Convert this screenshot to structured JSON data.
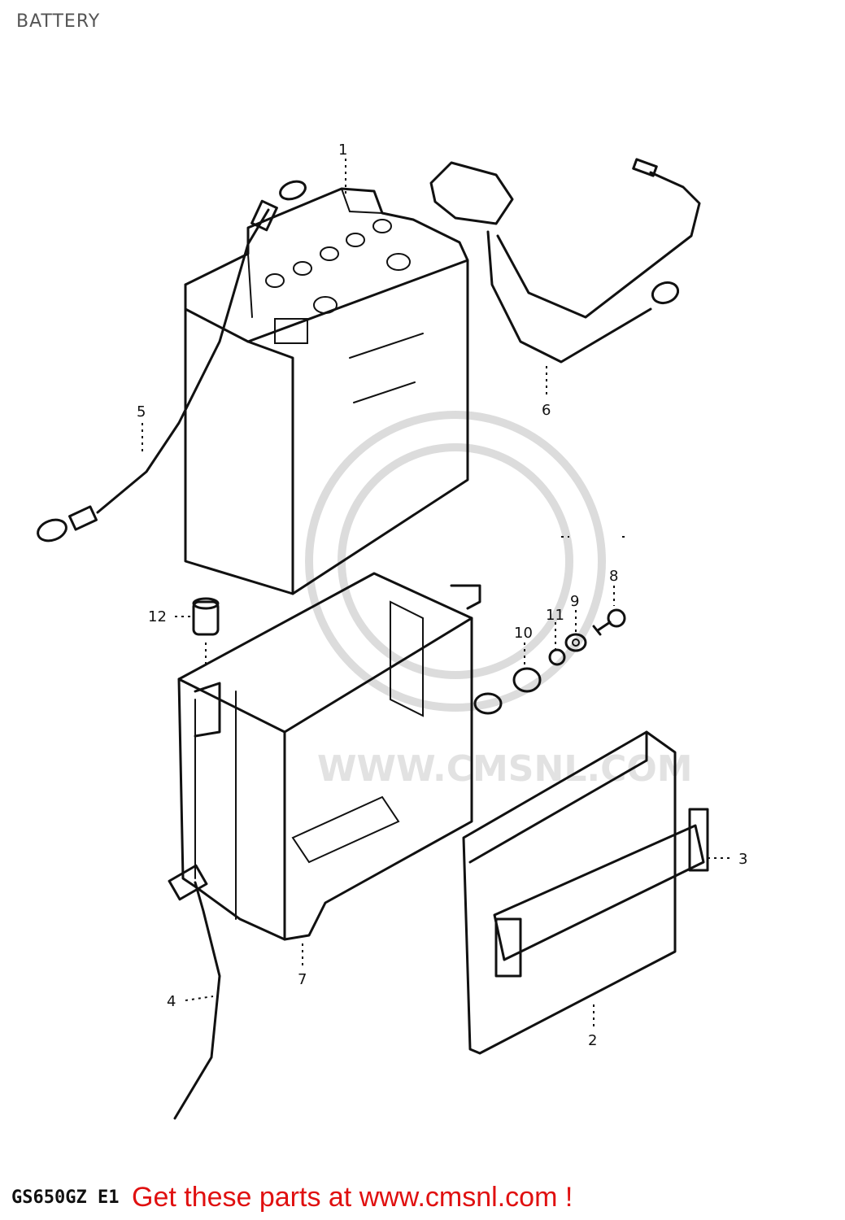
{
  "title": "BATTERY",
  "watermark": "WWW.CMSNL.COM",
  "footer": {
    "model_code": "GS650GZ E1",
    "cta": "Get these parts at www.cmsnl.com !"
  },
  "callouts": [
    "1",
    "2",
    "3",
    "4",
    "5",
    "6",
    "7",
    "8",
    "9",
    "10",
    "11",
    "12"
  ],
  "parts": [
    "battery",
    "battery-cover",
    "battery-band",
    "breather-hose",
    "negative-lead",
    "positive-lead",
    "battery-case",
    "bolt",
    "washer",
    "cushion",
    "spacer",
    "cap"
  ]
}
